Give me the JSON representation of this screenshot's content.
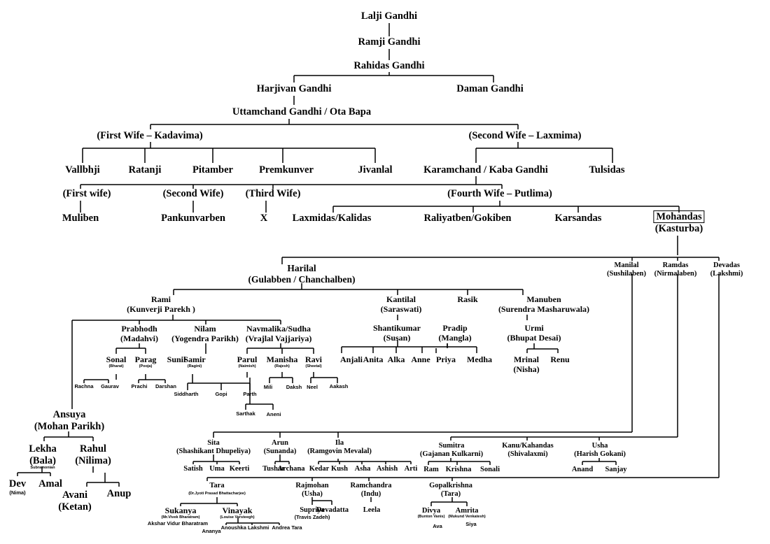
{
  "gen": {
    "lalji": "Lalji Gandhi",
    "ramji": "Ramji Gandhi",
    "rahidas": "Rahidas Gandhi",
    "harjivan": "Harjivan Gandhi",
    "daman": "Daman Gandhi",
    "uttamchand": "Uttamchand Gandhi / Ota Bapa",
    "first_wife_uttam": "(First Wife – Kadavima)",
    "second_wife_uttam": "(Second Wife – Laxmima)",
    "vallbhji": "Vallbhji",
    "ratanji": "Ratanji",
    "pitamber": "Pitamber",
    "premkunver": "Premkunver",
    "jivanlal": "Jivanlal",
    "karamchand": "Karamchand / Kaba Gandhi",
    "tulsidas": "Tulsidas",
    "k_first_wife": "(First wife)",
    "k_second_wife": "(Second Wife)",
    "k_third_wife": "(Third Wife)",
    "k_fourth_wife": "(Fourth Wife – Putlima)",
    "muliben": "Muliben",
    "pankunvarben": "Pankunvarben",
    "x": "X",
    "laxmidas": "Laxmidas/Kalidas",
    "raliyatben": "Raliyatben/Gokiben",
    "karsandas": "Karsandas",
    "mohandas": "Mohandas",
    "kasturba": "(Kasturba)"
  },
  "sons": {
    "harilal": "Harilal",
    "harilal_spouse": "(Gulabben / Chanchalben)",
    "manilal": "Manilal",
    "manilal_spouse": "(Sushilaben)",
    "ramdas": "Ramdas",
    "ramdas_spouse": "(Nirmalaben)",
    "devadas": "Devadas",
    "devadas_spouse": "(Lakshmi)"
  },
  "harilal_line": {
    "rami": "Rami",
    "rami_spouse": "(Kunverji Parekh )",
    "kantilal": "Kantilal",
    "kantilal_spouse": "(Saraswati)",
    "rasik": "Rasik",
    "manuben": "Manuben",
    "manuben_spouse": "(Surendra Masharuwala)",
    "prabhodh": "Prabhodh",
    "prabhodh_spouse": "(Madahvi)",
    "nilam": "Nilam",
    "nilam_spouse": "(Yogendra Parikh)",
    "navmalika": "Navmalika/Sudha",
    "navmalika_spouse": "(Vrajlal Vajjariya)",
    "sonal": "Sonal",
    "sonal_spouse": "(Bharat)",
    "parag": "Parag",
    "parag_spouse": "(Pooja)",
    "sunil": "Sunil",
    "samir": "Samir",
    "samir_spouse": "(Ragini)",
    "parul": "Parul",
    "parul_spouse": "(Naimish)",
    "manisha": "Manisha",
    "manisha_spouse": "(Rajesh)",
    "ravi": "Ravi",
    "ravi_spouse": "(Sheetal)",
    "rachna": "Rachna",
    "gaurav": "Gaurav",
    "prachi": "Prachi",
    "darshan": "Darshan",
    "siddharth": "Siddharth",
    "gopi": "Gopi",
    "parth": "Parth",
    "mili": "Mili",
    "daksh": "Daksh",
    "neel": "Neel",
    "aakash": "Aakash",
    "sarthak": "Sarthak",
    "aneni": "Aneni",
    "shantikumar": "Shantikumar",
    "shantikumar_spouse": "(Susan)",
    "pradip": "Pradip",
    "pradip_spouse": "(Mangla)",
    "anjali": "Anjali",
    "anita": "Anita",
    "alka": "Alka",
    "anne": "Anne",
    "priya": "Priya",
    "medha": "Medha",
    "urmi": "Urmi",
    "urmi_spouse": "(Bhupat Desai)",
    "mrinal": "Mrinal",
    "mrinal_spouse": "(Nisha)",
    "renu": "Renu",
    "ansuya": "Ansuya",
    "ansuya_spouse": "(Mohan Parikh)",
    "lekha": "Lekha",
    "lekha_spouse": "(Bala)",
    "lekha_spouse_note": "Subramonian",
    "rahul": "Rahul",
    "rahul_spouse": "(Nilima)",
    "dev": "Dev",
    "dev_spouse": "(Nima)",
    "amal": "Amal",
    "avani": "Avani",
    "avani_spouse": "(Ketan)",
    "anup": "Anup"
  },
  "other_lines": {
    "sita": "Sita",
    "sita_spouse": "(Shashikant Dhupeliya)",
    "arun": "Arun",
    "arun_spouse": "(Sunanda)",
    "ila": "Ila",
    "ila_spouse": "(Ramgovin  Mevalal)",
    "satish": "Satish",
    "uma": "Uma",
    "keerti": "Keerti",
    "tushar": "Tushar",
    "archana": "Archana",
    "kedar": "Kedar",
    "kush": "Kush",
    "asha": "Asha",
    "ashish": "Ashish",
    "arti": "Arti",
    "sumitra": "Sumitra",
    "sumitra_spouse": "(Gajanan Kulkarni)",
    "kanu": "Kanu/Kahandas",
    "kanu_spouse": "(Shivalaxmi)",
    "usha": "Usha",
    "usha_spouse": "(Harish Gokani)",
    "ram": "Ram",
    "krishna": "Krishna",
    "sonali": "Sonali",
    "anand": "Anand",
    "sanjay": "Sanjay",
    "tara": "Tara",
    "tara_spouse": "(Dr.Jyoti Prasad Bhattacharjee)",
    "rajmohan": "Rajmohan",
    "rajmohan_spouse": "(Usha)",
    "ramchandra": "Ramchandra",
    "ramchandra_spouse": "(Indu)",
    "gopalkrishna": "Gopalkrishna",
    "gopalkrishna_spouse": "(Tara)",
    "sukanya": "Sukanya",
    "sukanya_spouse": "(Mr.Vivek Bharatram)",
    "vinayak": "Vinayak",
    "vinayak_spouse": "(Louise Versteegh)",
    "supriya": "Supriya",
    "supriya_spouse": "(Travis Zadeh)",
    "devadatta": "Devadatta",
    "leela": "Leela",
    "divya": "Divya",
    "divya_spouse": "(Bunton Vanis)",
    "amrita": "Amrita",
    "amrita_spouse": "(Mukund Venkatesh)",
    "akshar": "Akshar Vidur Bharatram",
    "ananya": "Ananya",
    "anoushka": "Anoushka Lakshmi",
    "andrea": "Andrea Tara",
    "ava": "Ava",
    "siya": "Siya"
  },
  "line_color": "#000000"
}
